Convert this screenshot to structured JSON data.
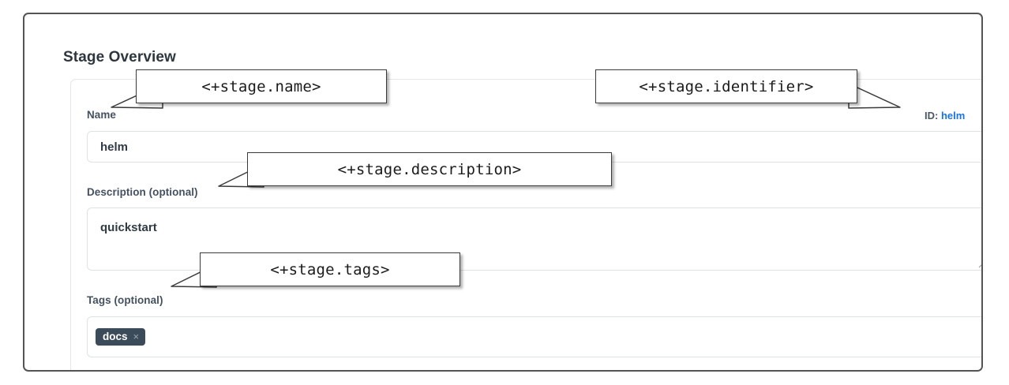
{
  "section": {
    "title": "Stage Overview"
  },
  "form": {
    "name_field": {
      "label": "Name",
      "value": "helm",
      "placeholder": ""
    },
    "description_field": {
      "label": "Description (optional)",
      "value": "quickstart",
      "placeholder": ""
    },
    "tags_field": {
      "label": "Tags (optional)",
      "chips": [
        {
          "text": "docs",
          "remove_icon": "×"
        }
      ],
      "placeholder": ""
    },
    "identifier": {
      "prefix": "ID:",
      "value": "helm"
    }
  },
  "callouts": [
    {
      "text": "<+stage.name>"
    },
    {
      "text": "<+stage.identifier>"
    },
    {
      "text": "<+stage.description>"
    },
    {
      "text": "<+stage.tags>"
    }
  ],
  "colors": {
    "frame_border": "#545454",
    "label_text": "#455160",
    "input_border": "#dfe2e5",
    "chip_bg": "#3c4b5a",
    "id_link": "#1a73e8",
    "callout_border": "#3a3a3a",
    "title_text": "#2e3740"
  }
}
